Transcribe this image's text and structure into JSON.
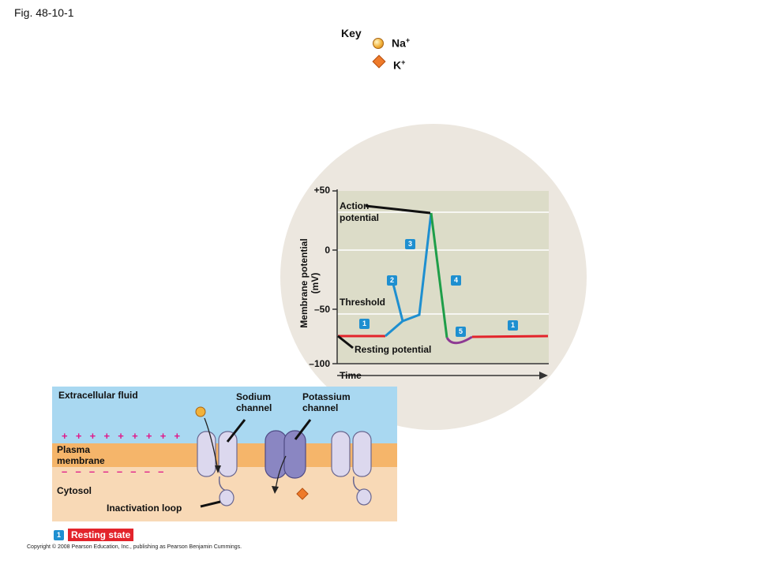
{
  "figure": {
    "label": "Fig. 48-10-1"
  },
  "key": {
    "title": "Key",
    "items": [
      {
        "ion": "Na",
        "charge": "+",
        "icon": "sodium-circle",
        "color": "#f2b23a"
      },
      {
        "ion": "K",
        "charge": "+",
        "icon": "potassium-diamond",
        "color": "#ee7a2a"
      }
    ]
  },
  "graph": {
    "y_axis_label_line1": "Membrane potential",
    "y_axis_label_line2": "(mV)",
    "x_axis_label": "Time",
    "ticks": [
      "+50",
      "0",
      "–50",
      "–100"
    ],
    "labels": {
      "action_potential_line1": "Action",
      "action_potential_line2": "potential",
      "threshold": "Threshold",
      "resting_potential": "Resting potential"
    },
    "steps": [
      "1",
      "2",
      "3",
      "4",
      "5",
      "1"
    ],
    "colors": {
      "resting": "#e3242b",
      "depolarization": "#1e8fd0",
      "repolarization": "#1f9e49",
      "undershoot": "#8e3a93"
    }
  },
  "membrane": {
    "extracellular_label": "Extracellular fluid",
    "membrane_label_line1": "Plasma",
    "membrane_label_line2": "membrane",
    "cytosol_label": "Cytosol",
    "sodium_channel_line1": "Sodium",
    "sodium_channel_line2": "channel",
    "potassium_channel_line1": "Potassium",
    "potassium_channel_line2": "channel",
    "inactivation_loop": "Inactivation loop",
    "positive_charges": "+  +  +  +  +  +  +  +  +",
    "negative_charges": "–  –  –  –  –  –  –  –"
  },
  "state": {
    "number": "1",
    "label": "Resting state"
  },
  "copyright": "Copyright © 2008 Pearson Education, Inc., publishing as Pearson Benjamin Cummings."
}
